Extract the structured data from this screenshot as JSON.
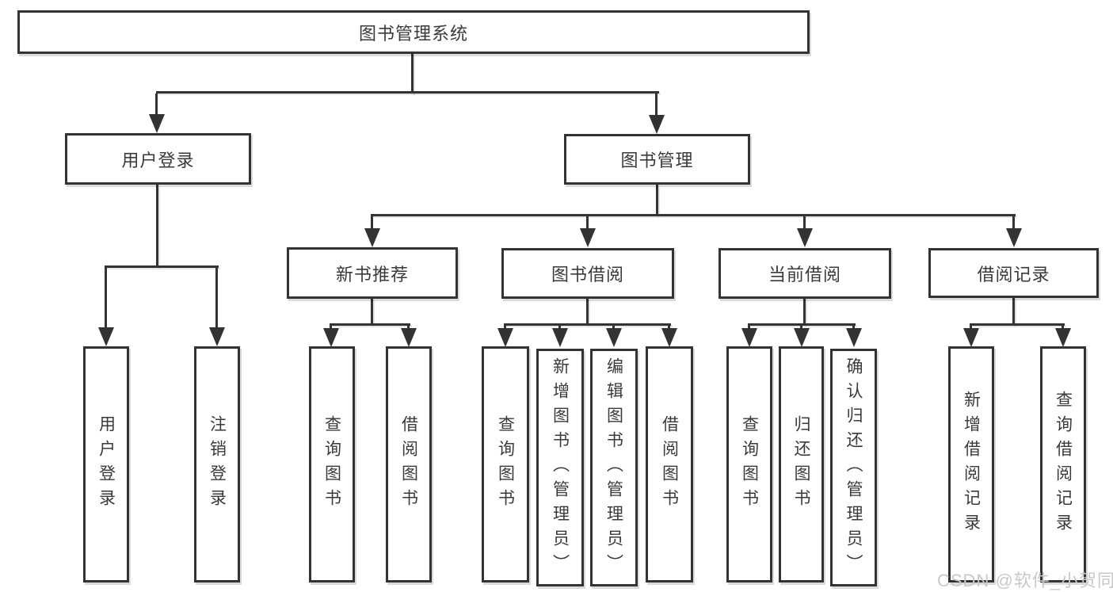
{
  "colors": {
    "line": "#333333",
    "text": "#3a3a3a",
    "watermark": "#c9c9c9",
    "background": "#ffffff"
  },
  "watermark": "CSDN @软件_小贺同学",
  "tree": {
    "root": "图书管理系统",
    "login": {
      "label": "用户登录",
      "leaves": [
        "用户登录",
        "注销登录"
      ]
    },
    "management": {
      "label": "图书管理",
      "groups": [
        {
          "label": "新书推荐",
          "leaves": [
            "查询图书",
            "借阅图书"
          ]
        },
        {
          "label": "图书借阅",
          "leaves": [
            "查询图书",
            "新增图书（管理员）",
            "编辑图书（管理员）",
            "借阅图书"
          ]
        },
        {
          "label": "当前借阅",
          "leaves": [
            "查询图书",
            "归还图书",
            "确认归还（管理员）"
          ]
        },
        {
          "label": "借阅记录",
          "leaves": [
            "新增借阅记录",
            "查询借阅记录"
          ]
        }
      ]
    }
  }
}
